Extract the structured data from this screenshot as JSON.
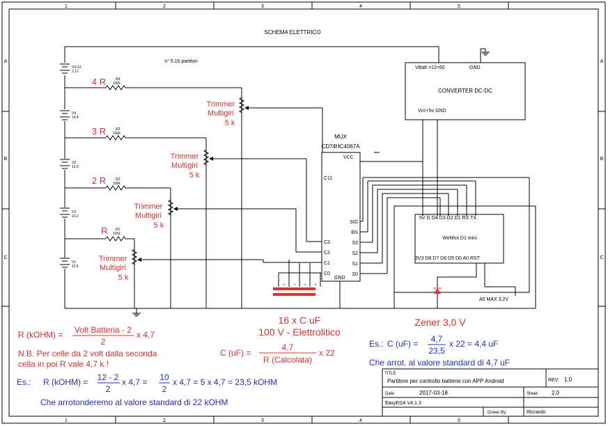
{
  "sheet": {
    "title": "SCHEMA ELETTRICO",
    "grid_cols": [
      "1",
      "2",
      "3",
      "4",
      "5"
    ],
    "grid_rows": [
      "A",
      "B",
      "C"
    ]
  },
  "batteries": [
    {
      "ref": "VS:12",
      "val": "2,12"
    },
    {
      "ref": "V4",
      "val": "14,4"
    },
    {
      "ref": "V3",
      "val": "12,6"
    },
    {
      "ref": "V2",
      "val": "13,2"
    },
    {
      "ref": "V1",
      "val": "12,6"
    }
  ],
  "resistors": [
    {
      "label": "4 R",
      "ref": "R4",
      "val": "100k"
    },
    {
      "label": "3 R",
      "ref": "R3",
      "val": "100k"
    },
    {
      "label": "2 R",
      "ref": "R2",
      "val": "100k"
    },
    {
      "label": "R",
      "ref": "R1",
      "val": "100k"
    }
  ],
  "trimmers": [
    {
      "l1": "Trimmer",
      "l2": "Multigiri",
      "l3": "5 k"
    },
    {
      "l1": "Trimmer",
      "l2": "Multigiri",
      "l3": "5 k"
    },
    {
      "l1": "Trimmer",
      "l2": "Multigiri",
      "l3": "5 k"
    },
    {
      "l1": "Trimmer",
      "l2": "Multigiri",
      "l3": "5 k"
    }
  ],
  "partitori_note": "n° 5:16 partitori",
  "converter": {
    "title": "CONVERTER DC-DC",
    "in_label": "VBatt >12<60",
    "gnd": "GND",
    "out_label": "Vcc+5v  GND"
  },
  "mux": {
    "name": "MUX",
    "part": "CD74HC4067A",
    "vcc": "VCC",
    "c11": "C11",
    "left_pins": [
      "C3",
      "C2",
      "C1",
      "C0"
    ],
    "right_pins": [
      "SIG",
      "EN",
      "S3",
      "S2",
      "S1",
      "S0"
    ],
    "gnd": "GND"
  },
  "wemos": {
    "top": "5V G  D4 D3 D2 D1 RX TX",
    "name": "WeMos D1 mini",
    "bottom": "3V3  D8 D7 D6 D5 D0 A0 RST",
    "a0": "A0 MAX 3,2V"
  },
  "caps": {
    "line1": "16 x C uF",
    "line2": "100 V - Elettrolitico"
  },
  "zener": "Zener 3,0 V",
  "formulas": {
    "r_lhs": "R (kOHM) =",
    "r_num": "Volt Batteria - 2",
    "r_den": "2",
    "r_rhs": "x 4,7",
    "nb1": "N.B. Per celle da 2 volt dalla seconda",
    "nb2": "cella in poi R vale 4,7 k !",
    "es_label": "Es.:",
    "es_lhs": "R (kOHM) =",
    "es_n1": "12 - 2",
    "es_d1": "2",
    "es_mid": "x 4,7 =",
    "es_n2": "10",
    "es_d2": "2",
    "es_tail": "x 4,7 = 5 x 4,7 = 23,5 kOHM",
    "es_note": "Che arrotonderemo al valore standard di 22 kOHM",
    "c_lhs": "C (uF) =",
    "c_num": "4,7",
    "c_den": "R (Calcolata)",
    "c_rhs": "x 22",
    "c_es_label": "Es.:",
    "c_es_lhs": "C (uF) =",
    "c_es_num": "4,7",
    "c_es_den": "23,5",
    "c_es_rhs": "x 22 = 4,4 uF",
    "c_es_note": "Che arrot. al valore standard di 4,7 uF"
  },
  "title_block": {
    "title_label": "TITLE:",
    "title": "Partitore per controllo batterie con APP Android",
    "rev_label": "REV:",
    "rev": "1.0",
    "date_label": "Date:",
    "date": "2017-03-18",
    "sheet_label": "Sheet:",
    "sheet": "2.0",
    "tool": "EasyEDA V4.1.3",
    "drawn_label": "Drawn By:",
    "drawn": "Riccardo"
  }
}
